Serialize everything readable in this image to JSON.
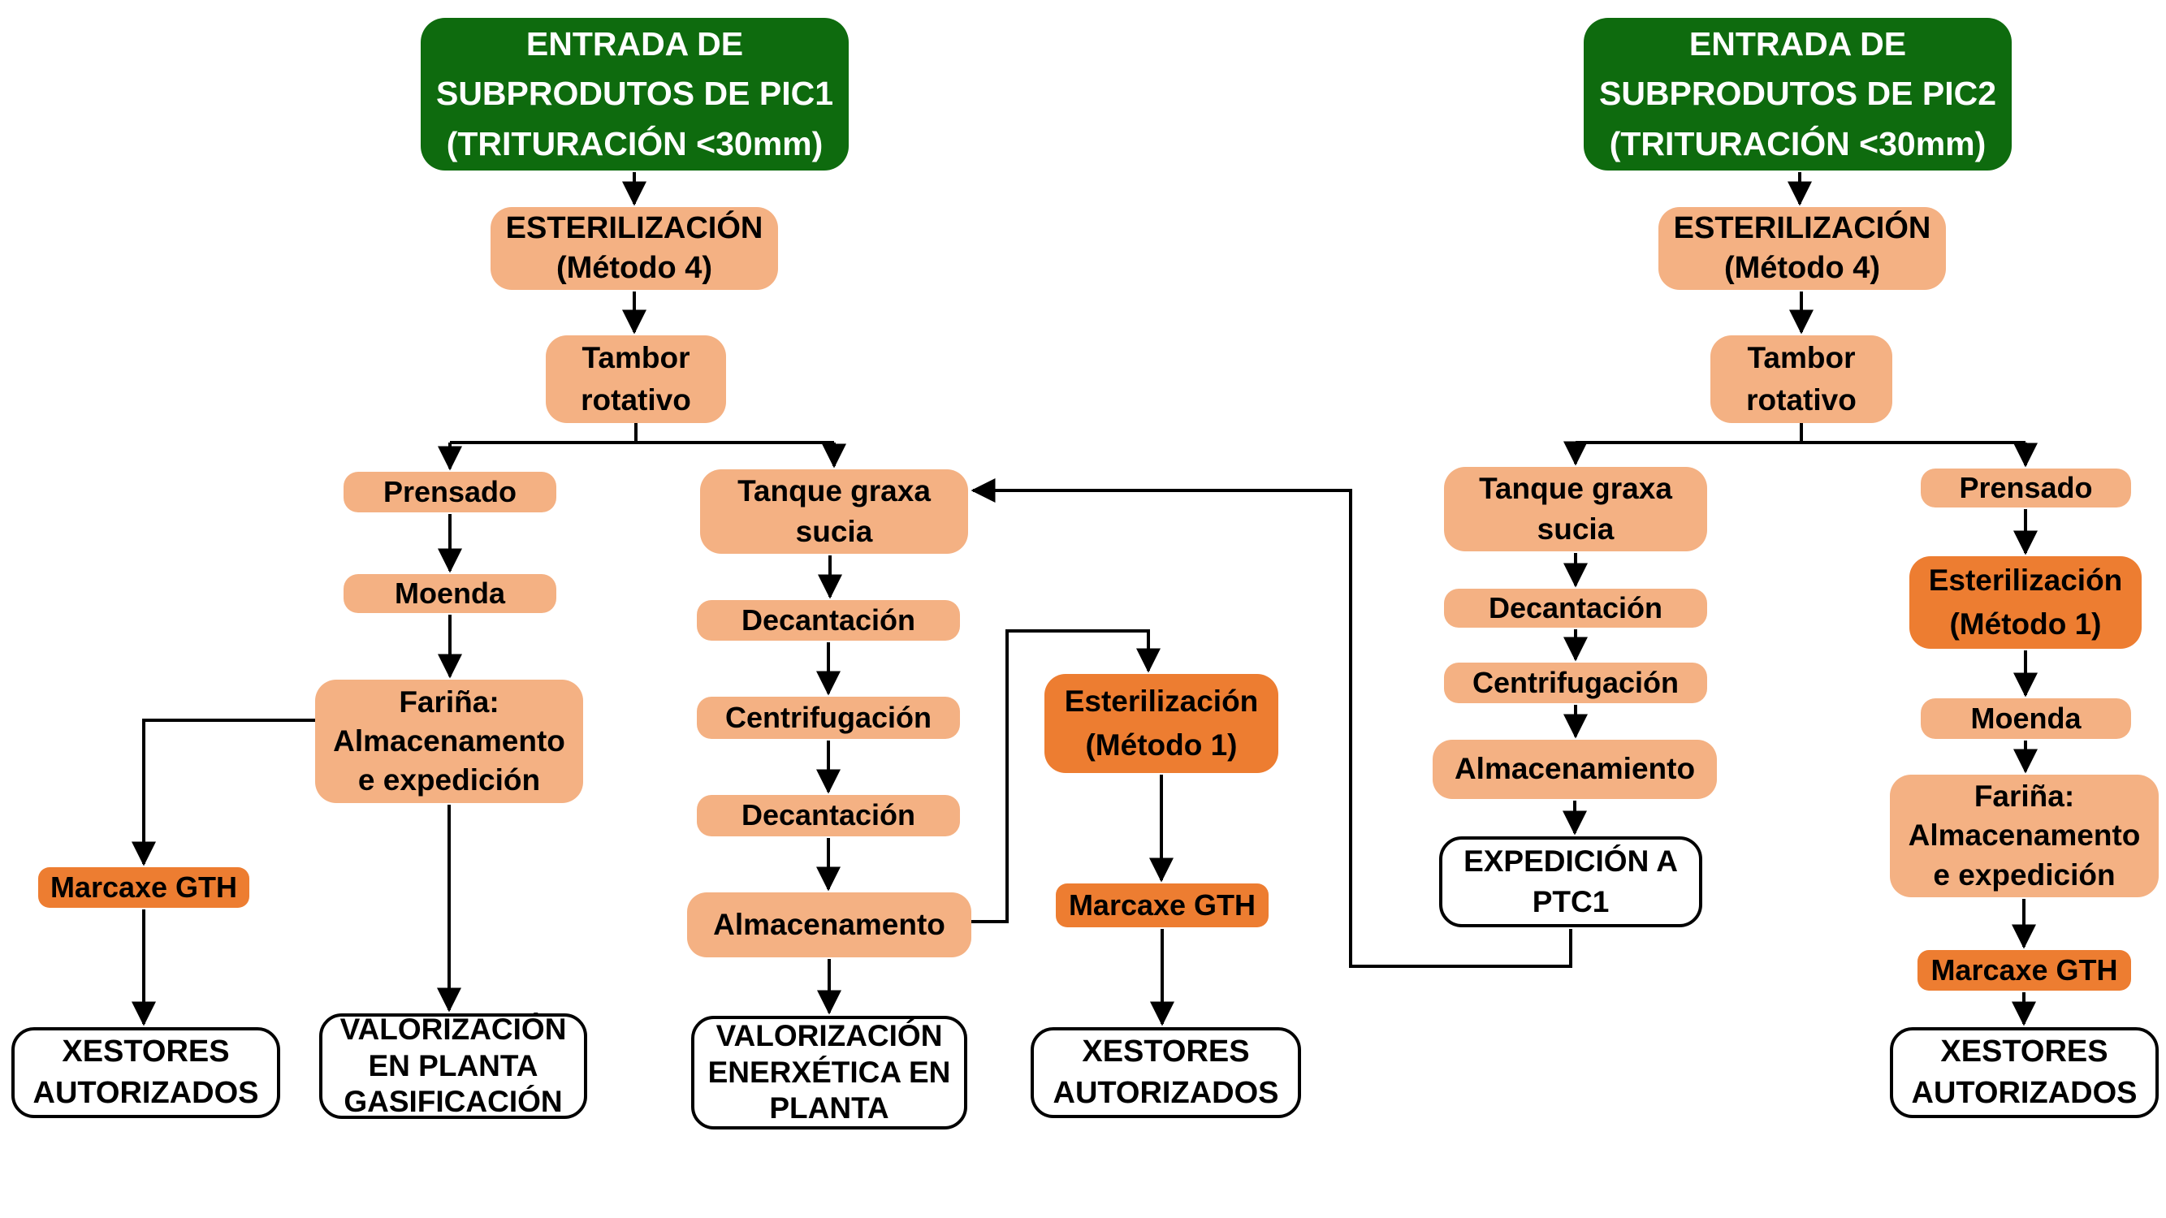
{
  "colors": {
    "green": "#0e6b0e",
    "light_orange": "#F4B183",
    "dark_orange": "#ED7D31",
    "line": "#000000"
  },
  "labels": {
    "pic1_entry": "ENTRADA DE\nSUBPRODUTOS DE PIC1\n(TRITURACIÓN <30mm)",
    "pic1_sterilization4": "ESTERILIZACIÓN\n(Método 4)",
    "pic1_drum": "Tambor\nrotativo",
    "pic1_pressing": "Prensado",
    "pic1_grease_tank": "Tanque graxa\nsucia",
    "pic1_milling": "Moenda",
    "pic1_flour": "Fariña:\nAlmacenamento\ne expedición",
    "pic1_marking": "Marcaxe GTH",
    "pic1_managers": "XESTORES\nAUTORIZADOS",
    "pic1_gasification": "VALORIZACIÓN\nEN PLANTA\nGASIFICACIÓN",
    "pic1_decanting1": "Decantación",
    "pic1_centrifugation": "Centrifugación",
    "pic1_decanting2": "Decantación",
    "pic1_storage": "Almacenamento",
    "pic1_energy": "VALORIZACIÓN\nENERXÉTICA EN\nPLANTA",
    "pic1_sterilization1": "Esterilización\n(Método 1)",
    "pic1_marking2": "Marcaxe GTH",
    "pic1_managers2": "XESTORES\nAUTORIZADOS",
    "pic2_entry": "ENTRADA DE\nSUBPRODUTOS DE PIC2\n(TRITURACIÓN <30mm)",
    "pic2_sterilization4": "ESTERILIZACIÓN\n(Método 4)",
    "pic2_drum": "Tambor\nrotativo",
    "pic2_grease_tank": "Tanque graxa\nsucia",
    "pic2_pressing": "Prensado",
    "pic2_decanting": "Decantación",
    "pic2_centrifugation": "Centrifugación",
    "pic2_storage": "Almacenamiento",
    "pic2_expedition": "EXPEDICIÓN A\nPTC1",
    "pic2_sterilization1": "Esterilización\n(Método 1)",
    "pic2_milling": "Moenda",
    "pic2_flour": "Fariña:\nAlmacenamento\ne expedición",
    "pic2_marking": "Marcaxe GTH",
    "pic2_managers": "XESTORES\nAUTORIZADOS"
  }
}
